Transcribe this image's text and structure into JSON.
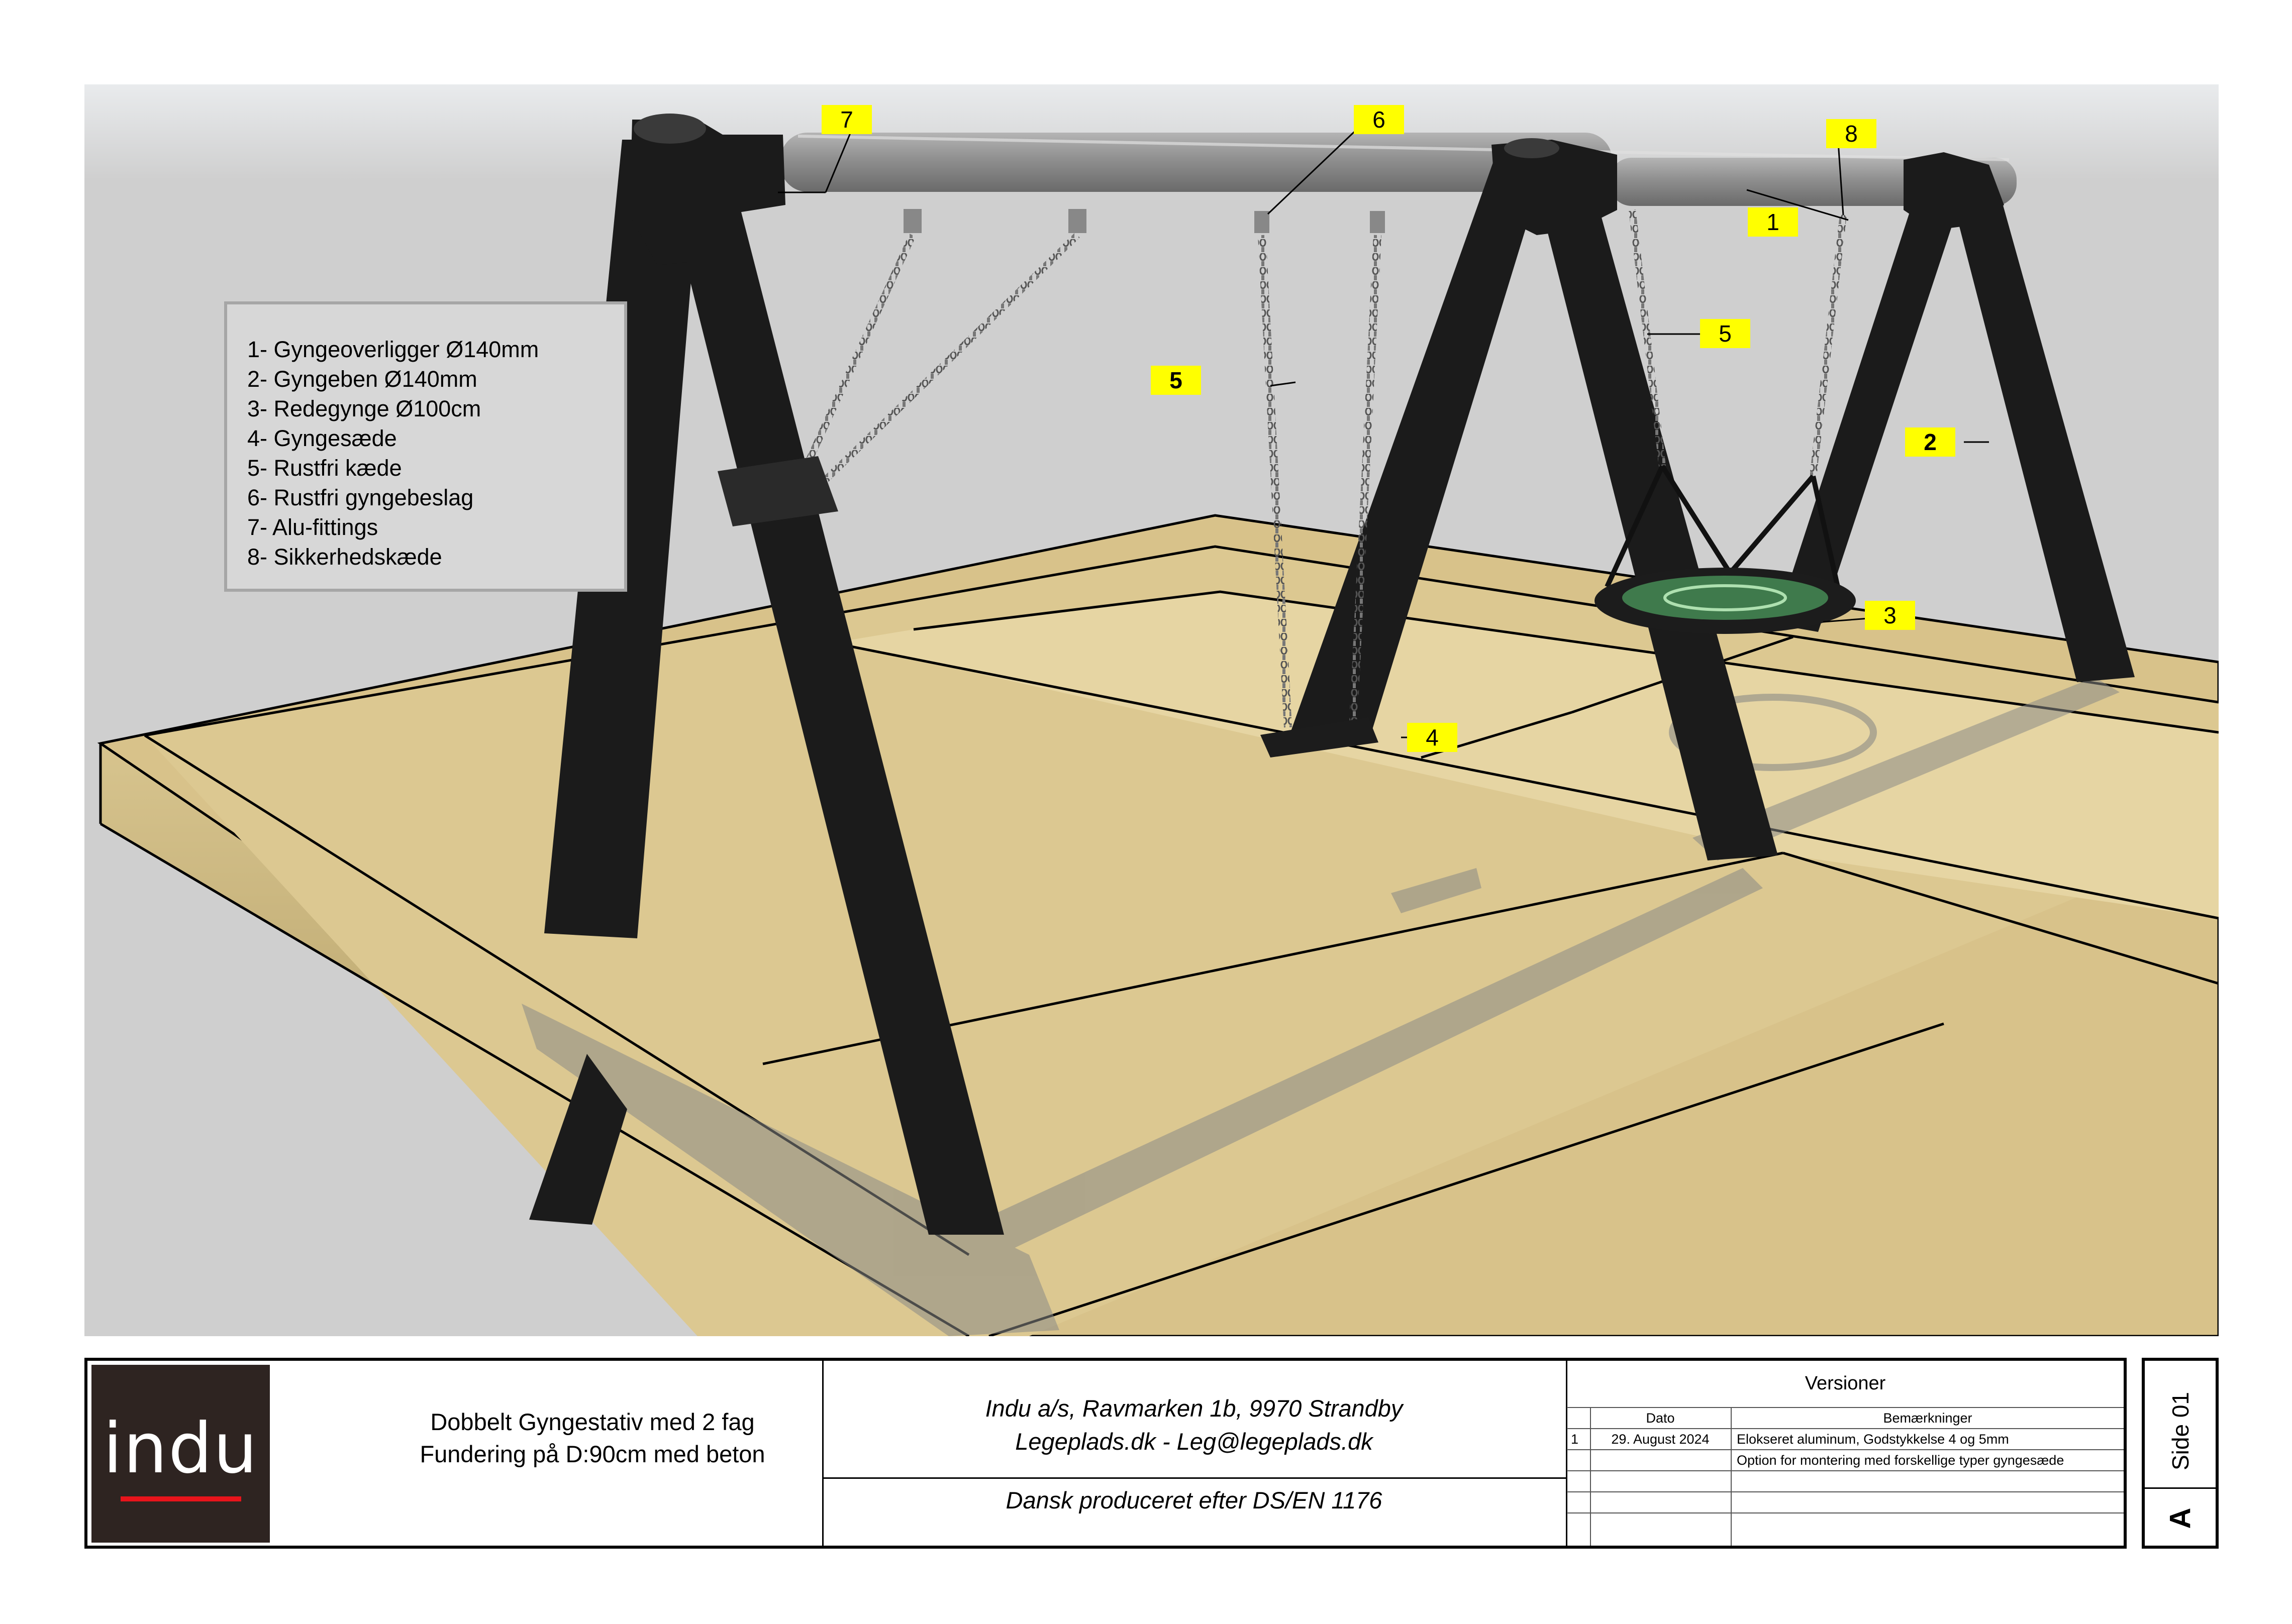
{
  "legend": {
    "items": [
      "1- Gyngeoverligger Ø140mm",
      "2- Gyngeben Ø140mm",
      "3- Redegynge Ø100cm",
      "4- Gyngesæde",
      "5- Rustfri kæde",
      "6- Rustfri gyngebeslag",
      "7- Alu-fittings",
      "8- Sikkerhedskæde"
    ]
  },
  "callouts": {
    "c7": "7",
    "c6": "6",
    "c8": "8",
    "c1": "1",
    "c5_right": "5",
    "c5_left": "5",
    "c2": "2",
    "c3": "3",
    "c4": "4"
  },
  "title_block": {
    "logo_text": "indu",
    "product_line1": "Dobbelt Gyngestativ med 2 fag",
    "product_line2": "Fundering på D:90cm med beton",
    "company_line1": "Indu a/s, Ravmarken 1b, 9970 Strandby",
    "company_line2": "Legeplads.dk - Leg@legeplads.dk",
    "standard": "Dansk produceret efter DS/EN 1176",
    "versions_title": "Versioner",
    "col_date": "Dato",
    "col_notes": "Bemærkninger",
    "row1_nr": "1",
    "row1_date": "29. August 2024",
    "row1_note1": "Elokseret aluminum, Godstykkelse 4 og 5mm",
    "row1_note2": "Option for montering med forskellige typer gyngesæde",
    "side": "Side 01",
    "revision": "A"
  },
  "colors": {
    "sand": "#d8c28a",
    "sand_top": "#e4d3a0",
    "frame": "#1b1b1b",
    "beam": "#8d8d8d",
    "callout_bg": "#ffff00",
    "logo_bg": "#2e2421",
    "logo_accent": "#e8141b"
  }
}
